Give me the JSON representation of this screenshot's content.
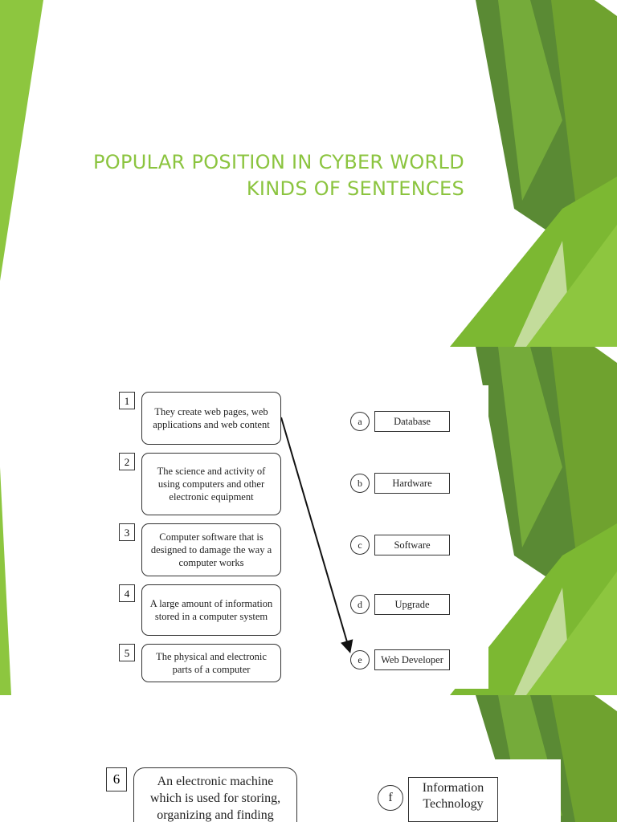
{
  "slide1": {
    "title_line1": "POPULAR POSITION IN CYBER WORLD",
    "title_line2": "KINDS OF SENTENCES"
  },
  "worksheet": {
    "questions": [
      {
        "number": "1",
        "text": "They create web pages, web applications and web content"
      },
      {
        "number": "2",
        "text": "The science and activity of using computers and other electronic equipment"
      },
      {
        "number": "3",
        "text": "Computer software that is designed to damage the way a computer works"
      },
      {
        "number": "4",
        "text": "A large amount of information stored in a computer system"
      },
      {
        "number": "5",
        "text": "The physical and electronic parts of a computer"
      },
      {
        "number": "6",
        "text": "An electronic machine which is used for storing, organizing and finding"
      }
    ],
    "answers": [
      {
        "letter": "a",
        "text": "Database"
      },
      {
        "letter": "b",
        "text": "Hardware"
      },
      {
        "letter": "c",
        "text": "Software"
      },
      {
        "letter": "d",
        "text": "Upgrade"
      },
      {
        "letter": "e",
        "text": "Web Developer"
      },
      {
        "letter": "f",
        "text": "Information Technology"
      }
    ],
    "match_example": {
      "from": "1",
      "to": "e"
    }
  },
  "colors": {
    "title": "#8bc43f",
    "green_light": "#8dc63f",
    "green_mid": "#6fa22f",
    "green_dark": "#4f7f2a",
    "green_pale": "#c3dc9b"
  }
}
